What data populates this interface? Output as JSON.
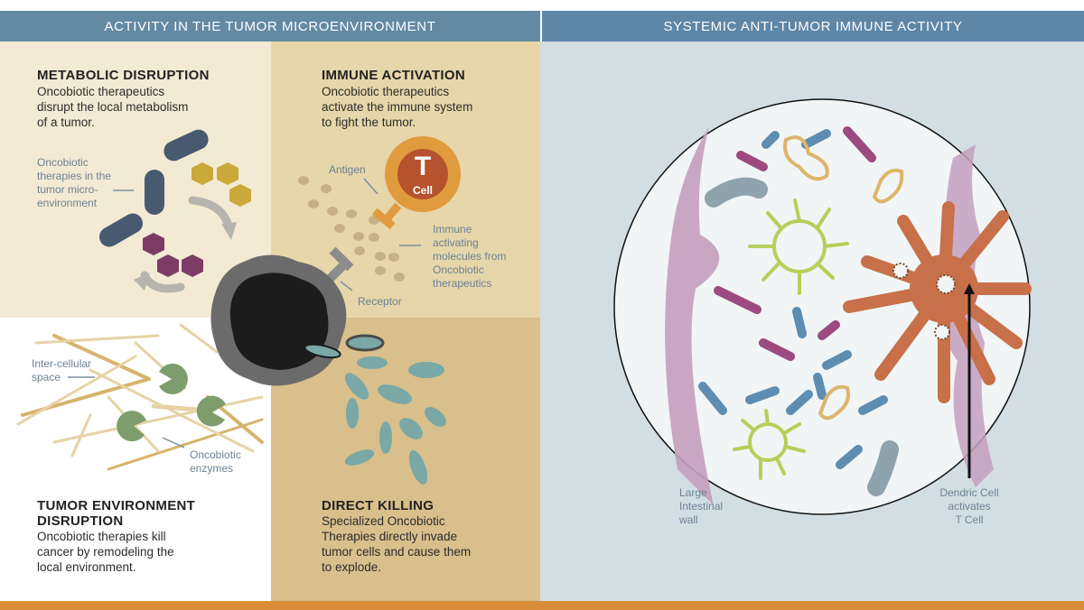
{
  "colors": {
    "header_bg": "#6489a3",
    "header_right_bg": "#5e86a6",
    "metabolic_bg": "#f3ead3",
    "immune_bg": "#e6d6a9",
    "tumor_env_bg": "#ffffff",
    "direct_killing_bg": "#d9bf8b",
    "systemic_bg": "#d3dee2",
    "bottom_bar": "#d98d38",
    "label_text": "#6c8294"
  },
  "headers": {
    "left": "ACTIVITY IN THE TUMOR MICROENVIRONMENT",
    "right": "SYSTEMIC ANTI-TUMOR IMMUNE ACTIVITY"
  },
  "metabolic": {
    "title": "METABOLIC DISRUPTION",
    "desc": [
      "Oncobiotic therapeutics",
      "disrupt the local metabolism",
      "of a tumor."
    ],
    "label": [
      "Oncobiotic",
      "therapies in the",
      "tumor micro-",
      "environment"
    ]
  },
  "immune": {
    "title": "IMMUNE ACTIVATION",
    "desc": [
      "Oncobiotic therapeutics",
      "activate the immune system",
      "to fight the tumor."
    ],
    "tcell_letter": "T",
    "tcell_word": "Cell",
    "antigen_label": "Antigen",
    "receptor_label": "Receptor",
    "molecules_label": [
      "Immune",
      "activating",
      "molecules from",
      "Oncobiotic",
      "therapeutics"
    ]
  },
  "tumor_env": {
    "title": [
      "TUMOR ENVIRONMENT",
      "DISRUPTION"
    ],
    "desc": [
      "Oncobiotic therapies kill",
      "cancer by remodeling the",
      "local environment."
    ],
    "space_label": [
      "Inter-cellular",
      "space"
    ],
    "enzymes_label": [
      "Oncobiotic",
      "enzymes"
    ]
  },
  "direct_killing": {
    "title": "DIRECT KILLING",
    "desc": [
      "Specialized Oncobiotic",
      "Therapies directly invade",
      "tumor cells and cause them",
      "to explode."
    ]
  },
  "systemic": {
    "wall_label": [
      "Large",
      "Intestinal",
      "wall"
    ],
    "dendric_label": [
      "Dendric Cell",
      "activates",
      "T Cell"
    ]
  }
}
